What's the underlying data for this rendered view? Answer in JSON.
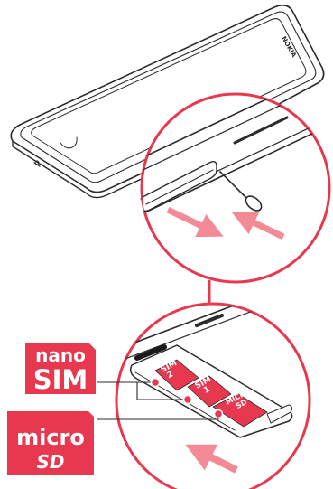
{
  "accent_color": "#e8384f",
  "line_color": "#2b2b2b",
  "phone": {
    "brand": "NOKIA"
  },
  "badges": {
    "nano_sim": {
      "line1": "nano",
      "line2": "SIM"
    },
    "micro_sd": {
      "line1": "micro",
      "line2": "SD"
    }
  },
  "tray": {
    "slot_sim2": {
      "line1": "SIM",
      "line2": "2"
    },
    "slot_sim1": {
      "line1": "SIM",
      "line2": "1"
    },
    "slot_micro_sd": {
      "line1": "MICRO",
      "line2": "SD"
    }
  }
}
